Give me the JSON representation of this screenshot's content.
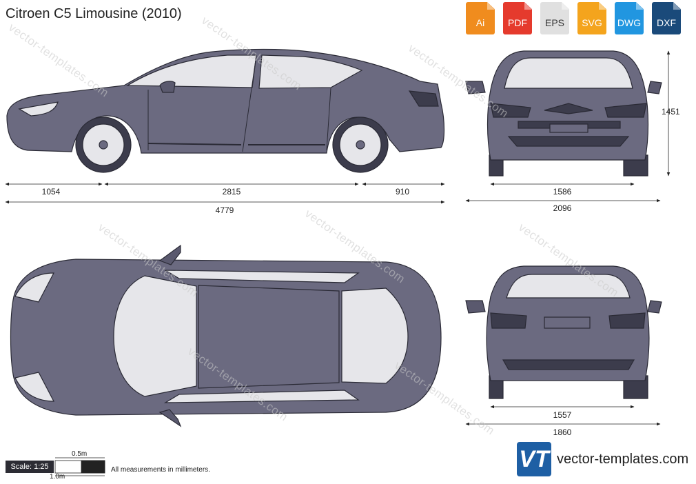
{
  "title": "Citroen C5 Limousine (2010)",
  "formats": [
    {
      "label": "Ai",
      "color": "#f08c1e"
    },
    {
      "label": "PDF",
      "color": "#e53a2d"
    },
    {
      "label": "EPS",
      "color": "#e0e0e0",
      "text_color": "#333333"
    },
    {
      "label": "SVG",
      "color": "#f4a41d"
    },
    {
      "label": "DWG",
      "color": "#2196e0"
    },
    {
      "label": "DXF",
      "color": "#1a4a7a"
    }
  ],
  "dimensions": {
    "front_overhang": "1054",
    "wheelbase": "2815",
    "rear_overhang": "910",
    "length": "4779",
    "height": "1451",
    "front_track": "1586",
    "width_mirrors": "2096",
    "rear_track": "1557",
    "width": "1860"
  },
  "scale": {
    "label": "Scale: 1:25",
    "half": "0.5m",
    "full": "1.0m"
  },
  "note": "All measurements in millimeters.",
  "logo": {
    "mark": "VT",
    "site": "vector-templates.com"
  },
  "watermark": "vector-templates.com",
  "colors": {
    "body": "#6b6a80",
    "outline": "#2a2a35",
    "glass": "#e6e6ea",
    "dark": "#3c3c4c"
  }
}
